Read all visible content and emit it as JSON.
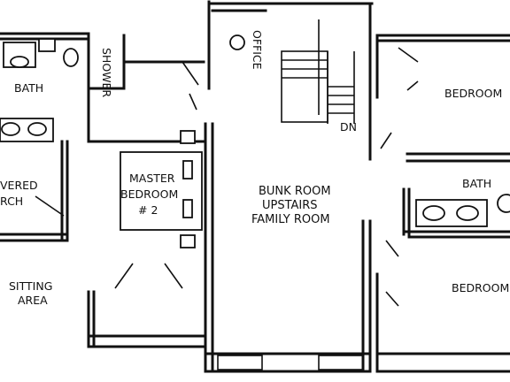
{
  "rooms": {
    "bath_left": "BATH",
    "shower": "SHOWER",
    "office": "OFFICE",
    "bedroom_top": "BEDROOM",
    "dn": "DN",
    "covered_porch_1": "VERED",
    "covered_porch_2": "RCH",
    "master_1": "MASTER",
    "master_2": "BEDROOM",
    "master_3": "# 2",
    "bunk_1": "BUNK ROOM",
    "bunk_2": "UPSTAIRS",
    "bunk_3": "FAMILY ROOM",
    "bath_right": "BATH",
    "sitting_1": "SITTING",
    "sitting_2": "AREA",
    "bedroom_bottom": "BEDROOM"
  }
}
